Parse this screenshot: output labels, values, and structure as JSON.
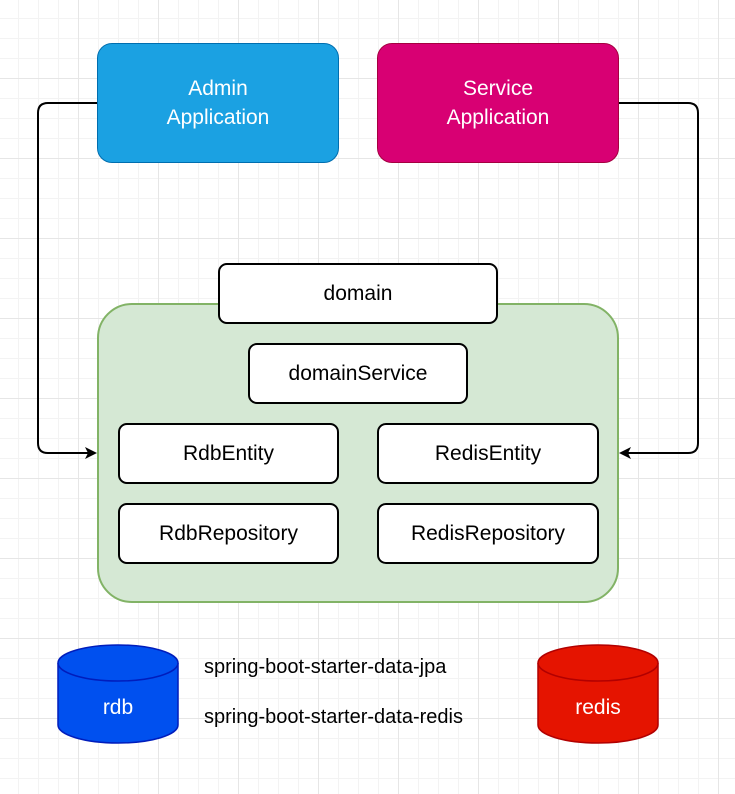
{
  "apps": {
    "admin": "Admin\nApplication",
    "service": "Service\nApplication"
  },
  "domain": {
    "label": "domain",
    "service": "domainService",
    "rdb_entity": "RdbEntity",
    "redis_entity": "RedisEntity",
    "rdb_repository": "RdbRepository",
    "redis_repository": "RedisRepository"
  },
  "storage": {
    "rdb": "rdb",
    "redis": "redis",
    "jpa_dependency": "spring-boot-starter-data-jpa",
    "redis_dependency": "spring-boot-starter-data-redis"
  },
  "colors": {
    "admin_fill": "#1ba1e2",
    "service_fill": "#d80073",
    "domain_fill": "#d5e8d4",
    "domain_border": "#82b366",
    "rdb_fill": "#0050ef",
    "redis_fill": "#e51400"
  }
}
